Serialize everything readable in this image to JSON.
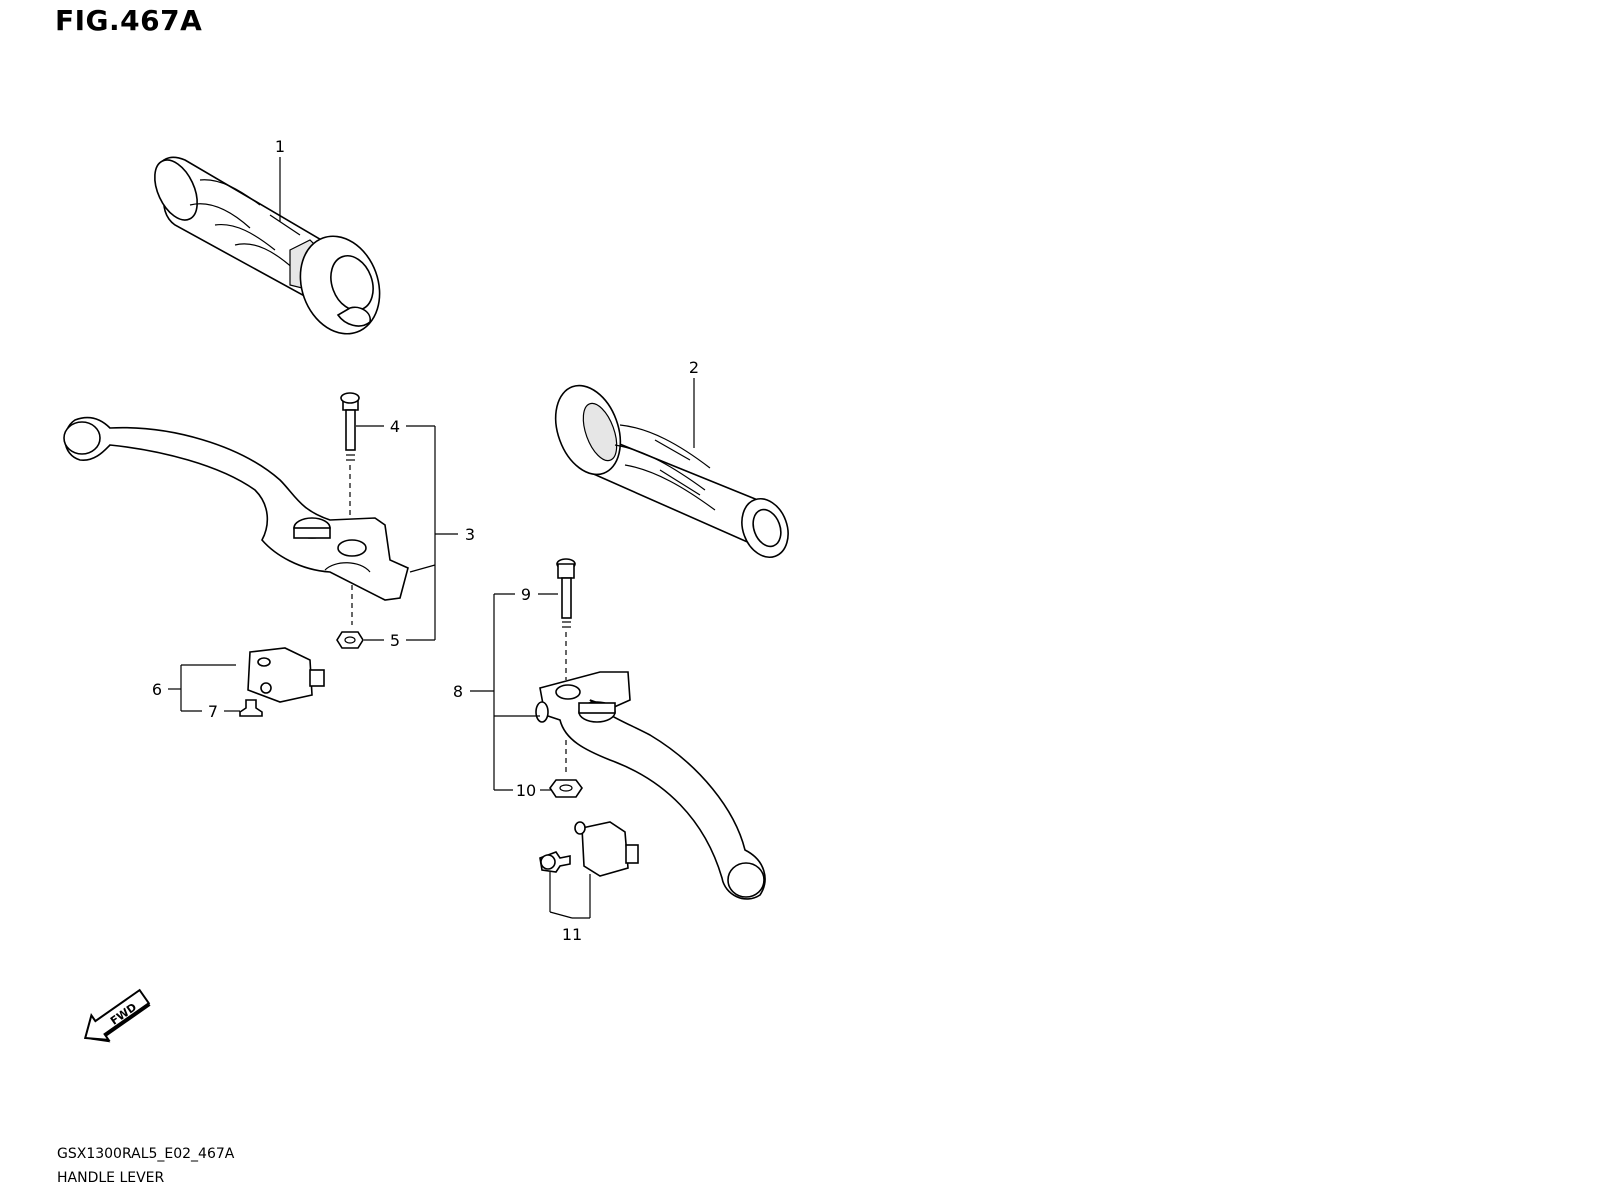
{
  "figure": {
    "title": "FIG.467A",
    "model_code": "GSX1300RAL5_E02_467A",
    "name": "HANDLE LEVER"
  },
  "callouts": {
    "c1": "1",
    "c2": "2",
    "c3": "3",
    "c4": "4",
    "c5": "5",
    "c6": "6",
    "c7": "7",
    "c8": "8",
    "c9": "9",
    "c10": "10",
    "c11": "11"
  },
  "fwd_arrow": {
    "label": "FWD",
    "icon": "fwd-arrow-icon"
  }
}
